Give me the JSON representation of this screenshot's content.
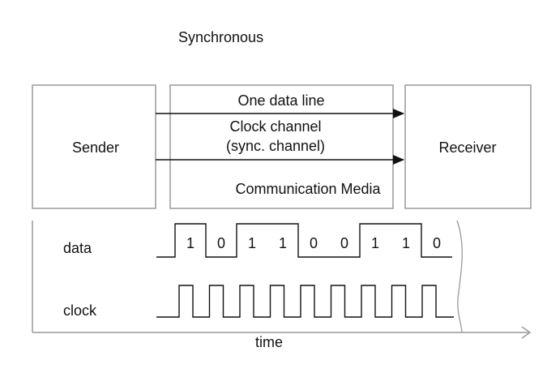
{
  "title": "Synchronous",
  "boxes": {
    "sender": "Sender",
    "receiver": "Receiver"
  },
  "links": {
    "data_line": "One data line",
    "clock_channel_1": "Clock channel",
    "clock_channel_2": "(sync. channel)",
    "media": "Communication Media"
  },
  "timing": {
    "data_label": "data",
    "clock_label": "clock",
    "time_label": "time",
    "bits": [
      "1",
      "0",
      "1",
      "1",
      "0",
      "0",
      "1",
      "1",
      "0"
    ],
    "clock_pulses": 9
  },
  "colors": {
    "line": "#111111",
    "box": "#999999",
    "frame": "#999999"
  }
}
